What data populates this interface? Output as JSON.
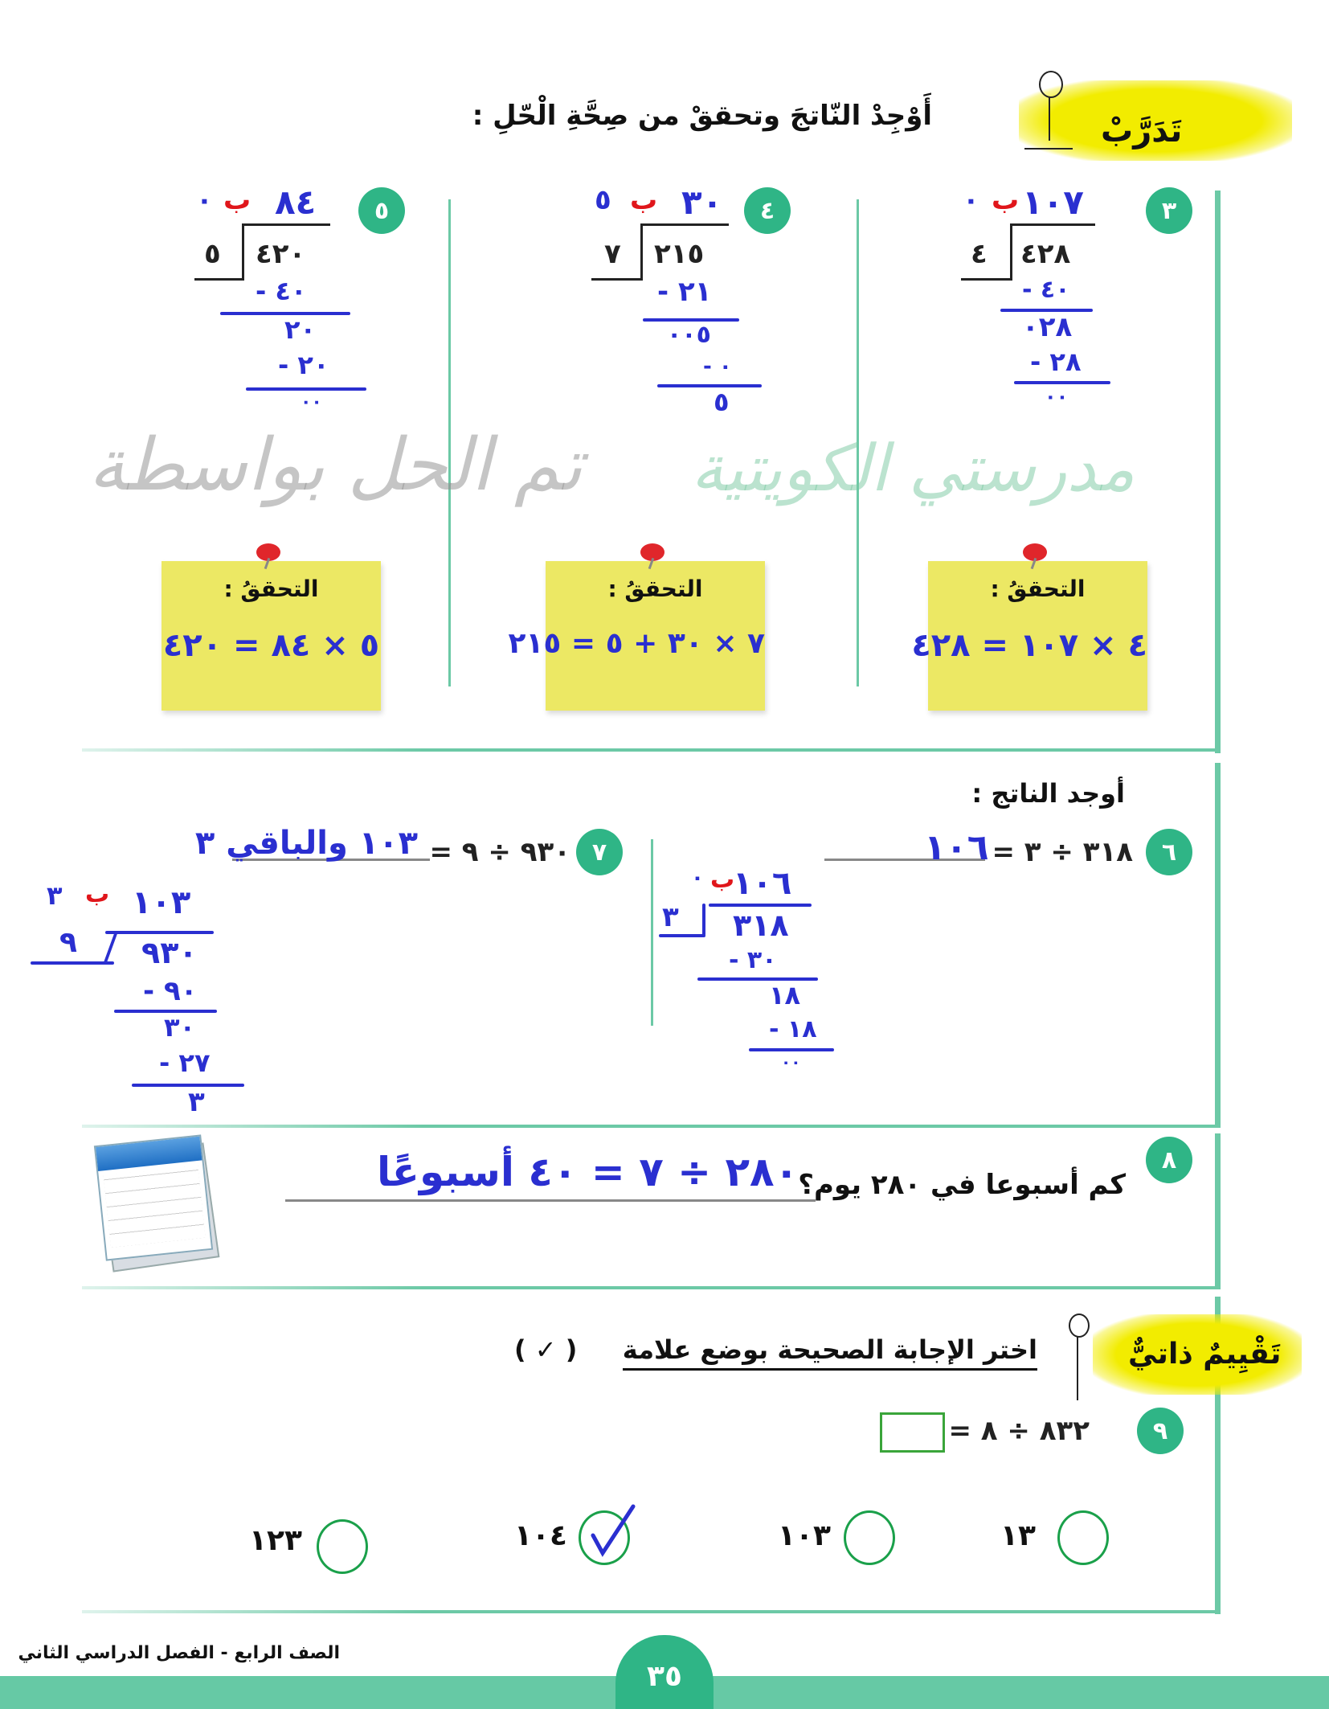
{
  "practice": {
    "badge": "تَدَرَّبْ",
    "instruction": "أَوْجِدْ النّاتجَ وتحققْ من صِحَّةِ الْحّلِ :"
  },
  "problems_top": [
    {
      "number": "٣",
      "divisor": "٤",
      "dividend": "٤٢٨",
      "quotient": "١٠٧",
      "remainder_label": "ب",
      "remainder": "٠",
      "work": [
        "٤٠ -",
        "٠٢٨",
        "٢٨ -",
        "٠٠"
      ],
      "check_label": "التحققُ :",
      "check": "٤ × ١٠٧ = ٤٢٨"
    },
    {
      "number": "٤",
      "divisor": "٧",
      "dividend": "٢١٥",
      "quotient": "٣٠",
      "remainder_label": "ب",
      "remainder": "٥",
      "work": [
        "٢١ -",
        "٠٠٥",
        "٠ -",
        "٥"
      ],
      "check_label": "التحققُ :",
      "check": "٧ × ٣٠ + ٥ = ٢١٥"
    },
    {
      "number": "٥",
      "divisor": "٥",
      "dividend": "٤٢٠",
      "quotient": "٨٤",
      "remainder_label": "ب",
      "remainder": "٠",
      "work": [
        "٤٠ -",
        "٢٠",
        "٢٠ -",
        "٠٠"
      ],
      "check_label": "التحققُ :",
      "check": "٥ × ٨٤ = ٤٢٠"
    }
  ],
  "find_result": {
    "heading": "أوجد الناتج :",
    "p6": {
      "number": "٦",
      "expr": "٣١٨ ÷ ٣ =",
      "answer": "١٠٦",
      "quotient": "١٠٦",
      "remainder_label": "ب",
      "remainder": "٠",
      "divisor": "٣",
      "dividend": "٣١٨",
      "work": [
        "٣٠ -",
        "١٨",
        "١٨ -",
        "٠٠"
      ]
    },
    "p7": {
      "number": "٧",
      "expr": "٩٣٠ ÷ ٩ =",
      "answer": "١٠٣ والباقي ٣",
      "quotient": "١٠٣",
      "remainder_label": "ب",
      "remainder": "٣",
      "divisor": "٩",
      "dividend": "٩٣٠",
      "work": [
        "٩٠ -",
        "٣٠",
        "٢٧ -",
        "٣"
      ]
    }
  },
  "watermark": {
    "line1": "تم الحل بواسطة",
    "line2": "مدرستي الكويتية"
  },
  "p8": {
    "number": "٨",
    "question": "كم أسبوعا في ٢٨٠ يوم؟",
    "answer": "٢٨٠ ÷ ٧ = ٤٠ أسبوعًا"
  },
  "self_assessment": {
    "badge": "تَقْيِيمٌ ذاتيٌّ",
    "instruction": "اختر الإجابة الصحيحة بوضع علامة",
    "mark": "( ✓ )",
    "p9": {
      "number": "٩",
      "expr": "٨٣٢ ÷ ٨ ="
    },
    "options": [
      {
        "label": "١٣",
        "checked": false
      },
      {
        "label": "١٠٣",
        "checked": false
      },
      {
        "label": "١٠٤",
        "checked": true
      },
      {
        "label": "١٢٣",
        "checked": false
      }
    ]
  },
  "footer": {
    "grade": "الصف الرابع - الفصل الدراسي الثاني",
    "page": "٣٥"
  },
  "colors": {
    "accent_green": "#2fb586",
    "line_green": "#6cc9a6",
    "ink_blue": "#2a2fd0",
    "ink_red": "#e0161b",
    "sticky": "#ece864"
  }
}
